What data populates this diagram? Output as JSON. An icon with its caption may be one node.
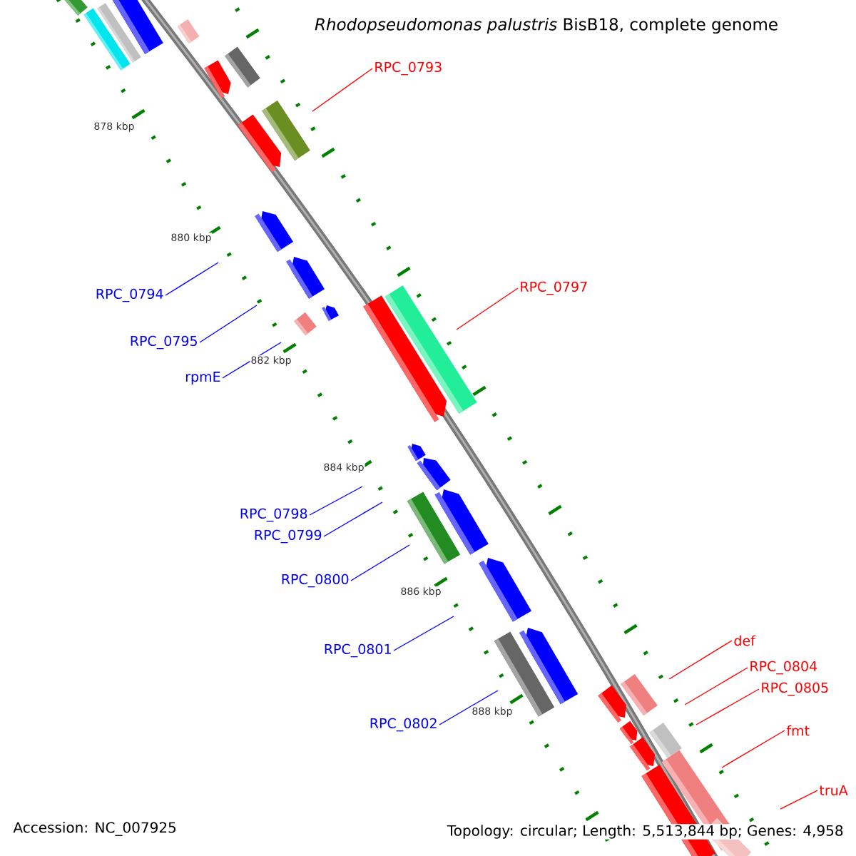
{
  "diagram": {
    "title": "*Rhodopseudomonas palustris* BisB18, complete genome",
    "nodes": [
      {
        "text": [
          "RPC_0793"
        ]
      },
      {
        "text": [
          "RPC_0794"
        ]
      },
      {
        "text": [
          "RPC_0795"
        ]
      },
      {
        "text": [
          "rpmE"
        ]
      },
      {
        "text": [
          "RPC_0797"
        ]
      },
      {
        "text": [
          "RPC_0798"
        ]
      },
      {
        "text": [
          "RPC_0799"
        ]
      },
      {
        "text": [
          "RPC_0800"
        ]
      },
      {
        "text": [
          "RPC_0801"
        ]
      },
      {
        "text": [
          "RPC_0802"
        ]
      },
      {
        "text": [
          "def"
        ]
      },
      {
        "text": [
          "RPC_0804"
        ]
      },
      {
        "text": [
          "RPC_0805"
        ]
      },
      {
        "text": [
          "fmt"
        ]
      },
      {
        "text": [
          "truA"
        ]
      }
    ],
    "edges": [
      {
        "from": 0,
        "to": null,
        "arrow": "none",
        "color": "#ff0000"
      },
      {
        "from": 1,
        "to": null,
        "arrow": "none"
      },
      {
        "from": 2,
        "to": null,
        "arrow": "none"
      },
      {
        "from": 3,
        "to": null,
        "arrow": "none"
      },
      {
        "from": 4,
        "to": null,
        "arrow": "none",
        "color": "#ff0000"
      },
      {
        "from": 5,
        "to": null,
        "arrow": "none"
      },
      {
        "from": 6,
        "to": null,
        "arrow": "none"
      },
      {
        "from": 7,
        "to": null,
        "arrow": "none"
      },
      {
        "from": 8,
        "to": null,
        "arrow": "none"
      },
      {
        "from": 9,
        "to": null,
        "arrow": "none"
      },
      {
        "from": 10,
        "to": null,
        "arrow": "none",
        "color": "#ff0000"
      },
      {
        "from": 11,
        "to": null,
        "arrow": "none",
        "color": "#ff0000"
      },
      {
        "from": 12,
        "to": null,
        "arrow": "none",
        "color": "#ff0000"
      },
      {
        "from": 13,
        "to": null,
        "arrow": "none",
        "color": "#ff0000"
      },
      {
        "from": 14,
        "to": null,
        "arrow": "none",
        "color": "#ff0000"
      }
    ],
    "labels": [
      "878 kbp",
      "880 kbp",
      "882 kbp",
      "884 kbp",
      "886 kbp",
      "888 kbp",
      "Accession: NC_007925",
      "Topology: circular; Length: 5,513,844 bp; Genes: 4,958"
    ]
  }
}
